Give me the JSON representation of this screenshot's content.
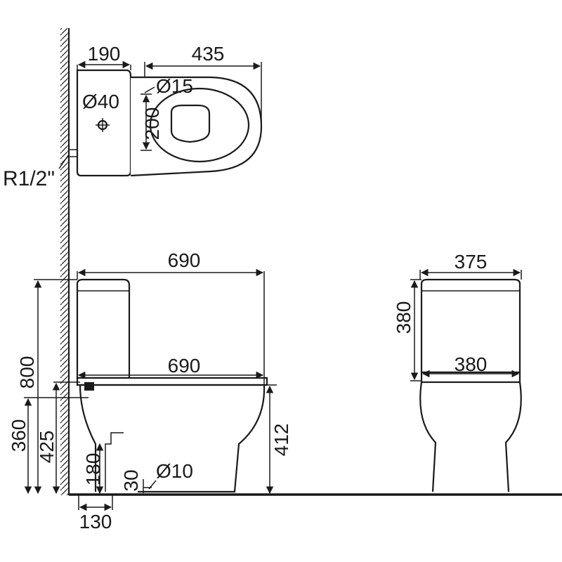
{
  "diagram": {
    "top_view": {
      "tank_depth": "190",
      "bowl_length": "435",
      "inlet_hole": "Ø40",
      "bowl_hole": "Ø15",
      "hole_spacing": "200",
      "inlet_thread": "R1/2\""
    },
    "side_view": {
      "overall_length": "690",
      "bowl_length": "690",
      "overall_height": "800",
      "inlet_height": "360",
      "seat_height_left": "425",
      "seat_height_right": "412",
      "outlet_height": "180",
      "outlet_offset": "130",
      "fixing_height": "30",
      "fixing_hole": "Ø10"
    },
    "front_view": {
      "tank_width": "375",
      "tank_height": "380",
      "bowl_width": "380"
    }
  }
}
